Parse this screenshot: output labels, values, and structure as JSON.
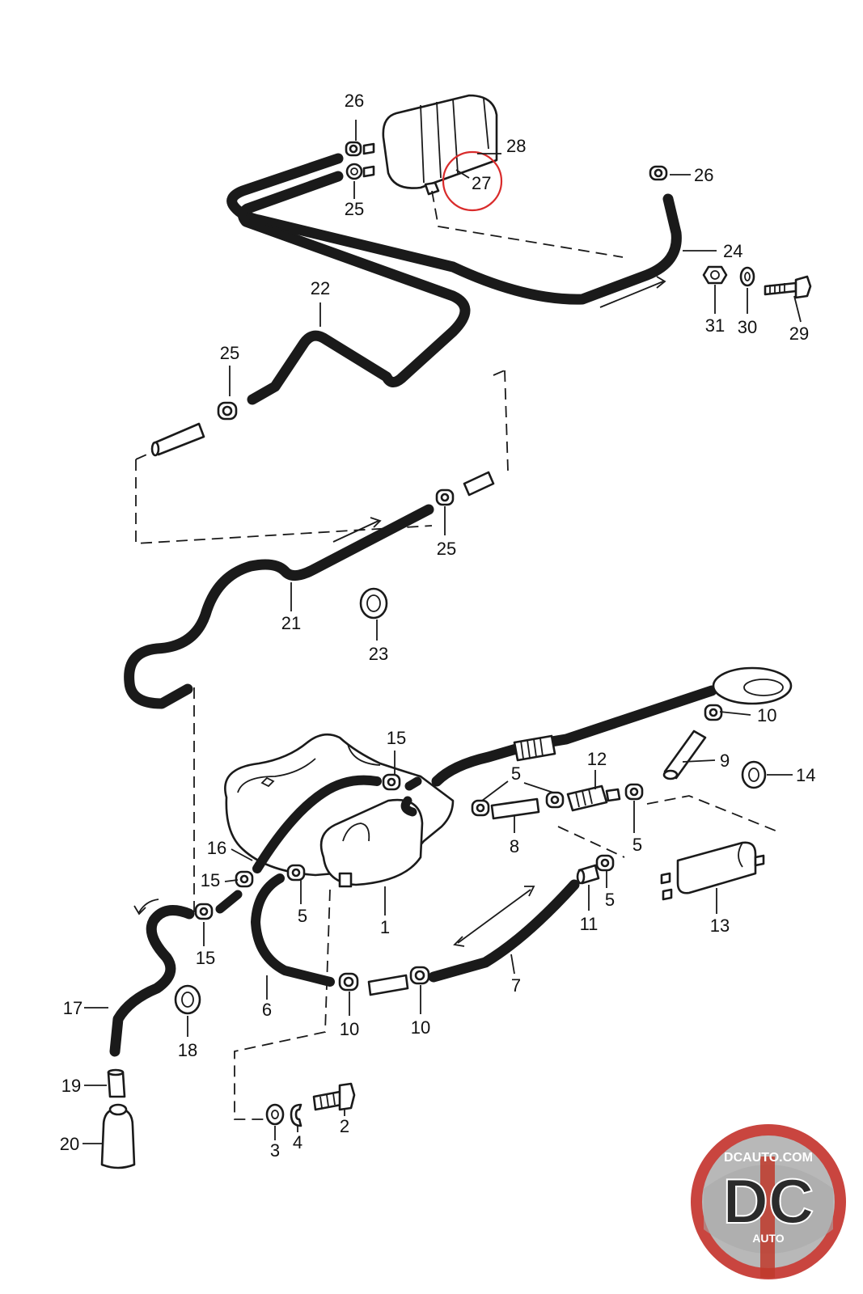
{
  "diagram": {
    "callouts": [
      "1",
      "2",
      "3",
      "4",
      "5",
      "6",
      "7",
      "8",
      "9",
      "10",
      "11",
      "12",
      "13",
      "14",
      "15",
      "16",
      "17",
      "18",
      "19",
      "20",
      "21",
      "22",
      "23",
      "24",
      "25",
      "26",
      "27",
      "28",
      "29",
      "30",
      "31"
    ],
    "labels": {
      "l1": "1",
      "l2": "2",
      "l3": "3",
      "l4": "4",
      "l5a": "5",
      "l5b": "5",
      "l5c": "5",
      "l5d": "5",
      "l6": "6",
      "l7": "7",
      "l8": "8",
      "l9": "9",
      "l10a": "10",
      "l10b": "10",
      "l10c": "10",
      "l11": "11",
      "l12": "12",
      "l13": "13",
      "l14": "14",
      "l15a": "15",
      "l15b": "15",
      "l15c": "15",
      "l16": "16",
      "l17": "17",
      "l18": "18",
      "l19": "19",
      "l20": "20",
      "l21": "21",
      "l22": "22",
      "l23": "23",
      "l24": "24",
      "l25a": "25",
      "l25b": "25",
      "l25c": "25",
      "l26a": "26",
      "l26b": "26",
      "l27": "27",
      "l28": "28",
      "l29": "29",
      "l30": "30",
      "l31": "31"
    },
    "highlight": {
      "part": "27",
      "color": "#d92b2b"
    }
  },
  "logo": {
    "site": "DCAUTO.COM",
    "mark": "DC",
    "sub": "AUTO",
    "colors": {
      "ring": "#c9453f",
      "inner": "#b8b8b8",
      "stripe": "#c0392b"
    }
  }
}
